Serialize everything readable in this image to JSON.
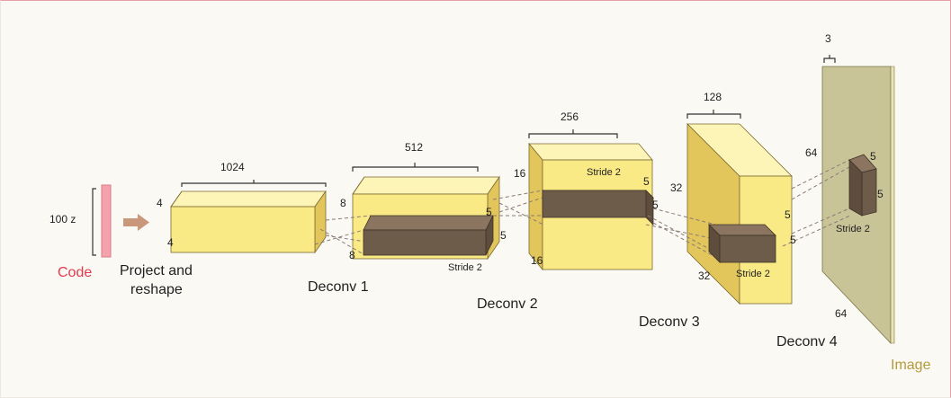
{
  "title": "",
  "code": {
    "label": "Code",
    "dim_label": "100 z"
  },
  "project": {
    "label_line1": "Project and",
    "label_line2": "reshape"
  },
  "blocks": [
    {
      "id": "project",
      "channels": "1024",
      "h": "4",
      "w": "4"
    },
    {
      "id": "deconv1",
      "name": "Deconv 1",
      "channels": "512",
      "h": "8",
      "w": "8",
      "kh": "5",
      "kw": "5",
      "stride": "Stride 2"
    },
    {
      "id": "deconv2",
      "name": "Deconv 2",
      "channels": "256",
      "h": "16",
      "w": "16",
      "kh": "5",
      "kw": "5",
      "stride": "Stride 2"
    },
    {
      "id": "deconv3",
      "name": "Deconv 3",
      "channels": "128",
      "h": "32",
      "w": "32",
      "kh": "5",
      "kw": "5",
      "stride": "Stride 2"
    },
    {
      "id": "deconv4",
      "name": "Deconv 4",
      "channels": "3",
      "h": "64",
      "w": "64",
      "kh": "5",
      "kw": "5",
      "stride": "Stride 2"
    }
  ],
  "output": {
    "label": "Image"
  },
  "colors": {
    "code_bar": "#f4a3ae",
    "code_text": "#e23a4e",
    "block_front": "#f9ea86",
    "block_top": "#fdf4b8",
    "block_side": "#e2c65c",
    "kernel": "#6e5c4a",
    "image_label": "#b59a3c",
    "arrow": "#c9987a",
    "dashed": "#8a7a78"
  }
}
